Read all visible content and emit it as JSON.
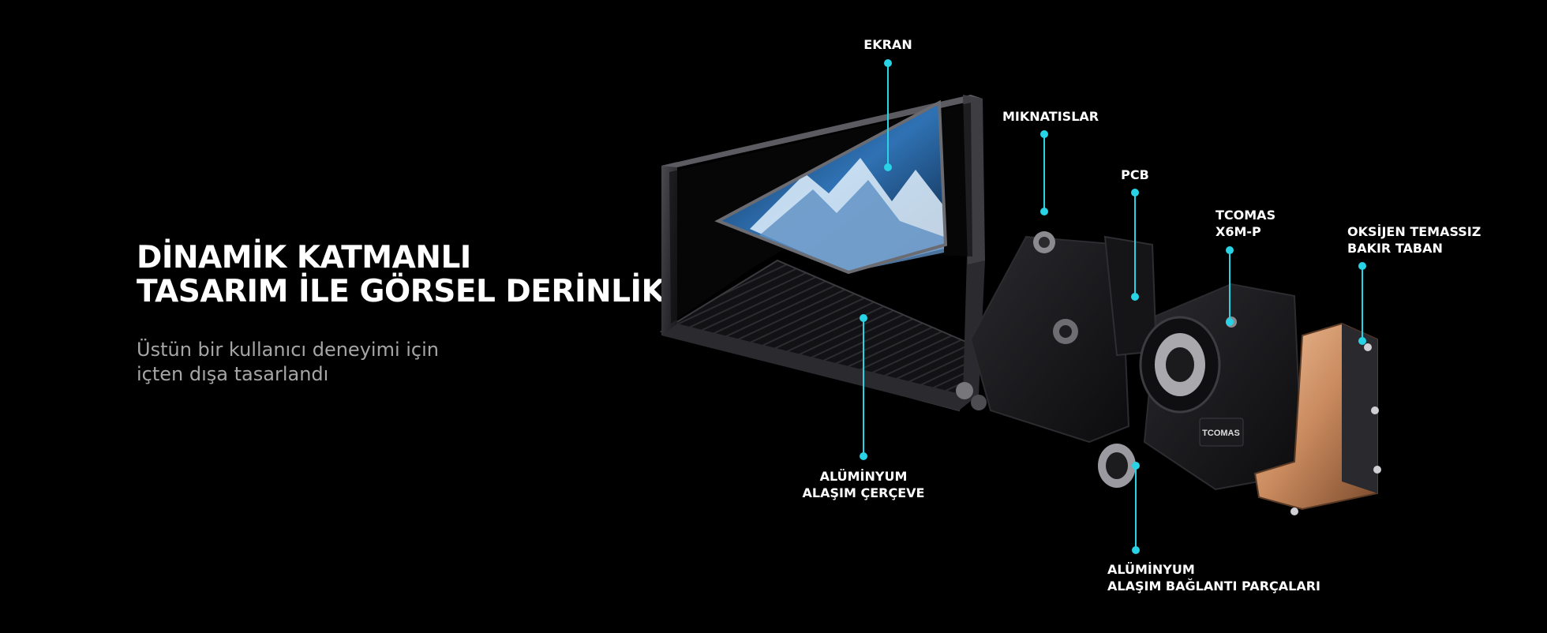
{
  "hero": {
    "headline_line1": "DİNAMİK KATMANLI",
    "headline_line2": "TASARIM İLE GÖRSEL DERİNLİK",
    "subtitle_line1": "Üstün bir kullanıcı deneyimi için",
    "subtitle_line2": "içten dışa tasarlandı"
  },
  "callouts": {
    "ekran": "EKRAN",
    "miknatislar": "MIKNATISLAR",
    "pcb": "PCB",
    "tcomas_line1": "TCOMAS",
    "tcomas_line2": "X6M-P",
    "oksijen_line1": "OKSİJEN TEMASSIZ",
    "oksijen_line2": "BAKIR TABAN",
    "aluminyum_cerceve_line1": "ALÜMİNYUM",
    "aluminyum_cerceve_line2": "ALAŞIM ÇERÇEVE",
    "aluminyum_baglanti_line1": "ALÜMİNYUM",
    "aluminyum_baglanti_line2": "ALAŞIM BAĞLANTI PARÇALARI"
  },
  "product": {
    "brand_badge": "TCOMAS"
  },
  "colors": {
    "background": "#000000",
    "accent": "#29d3e6",
    "headline": "#ffffff",
    "subtitle": "#a6a6a6",
    "copper": "#c98a5e"
  }
}
